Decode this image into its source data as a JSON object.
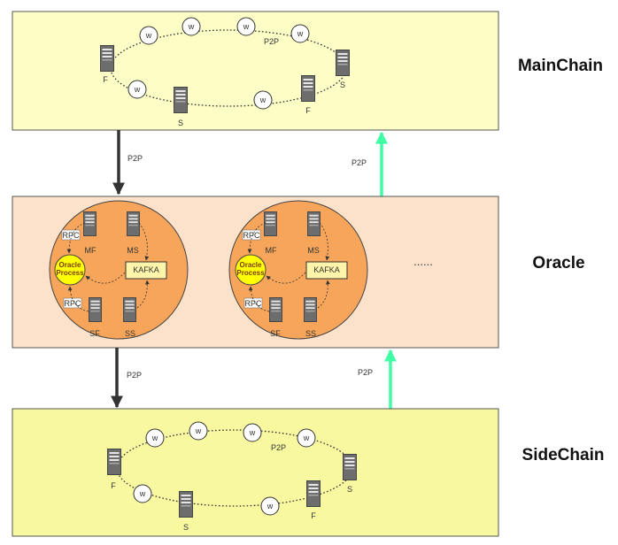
{
  "layers": {
    "main": {
      "title": "MainChain",
      "ring_label": "P2P",
      "nodes": [
        "w",
        "w",
        "w",
        "w",
        "w",
        "w"
      ],
      "servers": [
        "F",
        "S",
        "S",
        "F"
      ]
    },
    "oracle": {
      "title": "Oracle",
      "ellipsis": "......",
      "group": {
        "mf": "MF",
        "ms": "MS",
        "sf": "SF",
        "ss": "SS",
        "kafka": "KAFKA",
        "rpc_top": "RPC",
        "rpc_bottom": "RPC",
        "process_line1": "Oracle",
        "process_line2": "Process"
      }
    },
    "side": {
      "title": "SideChain",
      "ring_label": "P2P",
      "nodes": [
        "w",
        "w",
        "w",
        "w",
        "w",
        "w"
      ],
      "servers": [
        "F",
        "S",
        "S",
        "F"
      ]
    }
  },
  "links": {
    "main_to_oracle": "P2P",
    "oracle_to_main": "P2P",
    "oracle_to_side": "P2P",
    "side_to_oracle": "P2P"
  },
  "colors": {
    "chain_fill": "#fdfdc6",
    "side_fill": "#f8f8a0",
    "oracle_fill": "#fde2cb",
    "circle_fill": "#f6a55a",
    "process_fill": "#ffff00",
    "kafka_fill": "#fff5aa",
    "down_arrow": "#333333",
    "up_arrow": "#3fffa6"
  }
}
